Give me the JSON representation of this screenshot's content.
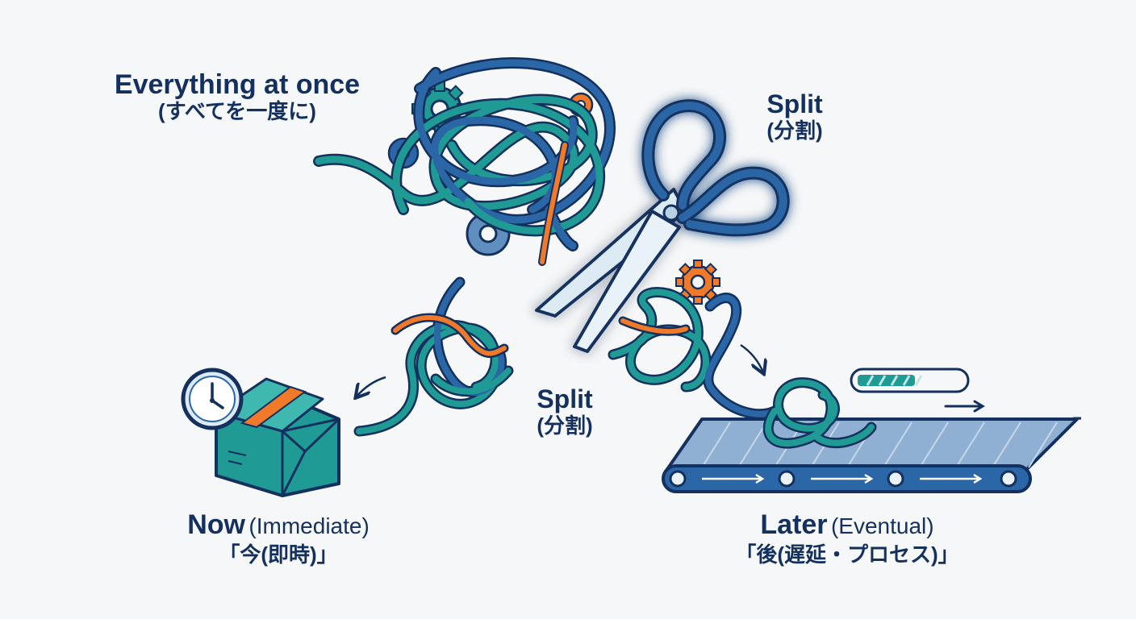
{
  "labels": {
    "everything": {
      "title": "Everything at once",
      "subtitle": "(すべてを一度に)"
    },
    "split_top": {
      "title": "Split",
      "subtitle": "(分割)"
    },
    "split_mid": {
      "title": "Split",
      "subtitle": "(分割)"
    },
    "now": {
      "title": "Now",
      "subtitle": "(Immediate)",
      "japanese": "「今(即時)」"
    },
    "later": {
      "title": "Later",
      "subtitle": "(Eventual)",
      "japanese": "「後(遅延・プロセス)」"
    }
  },
  "icons": [
    "tangle-icon",
    "gear-icon",
    "scissors-icon",
    "clock-icon",
    "package-icon",
    "conveyor-belt-icon",
    "progress-bar-icon",
    "arrow-icon"
  ],
  "progress_fraction": 0.55,
  "colors": {
    "navy": "#14305e",
    "blue": "#2b66a6",
    "teal": "#1f9a94",
    "orange": "#f07a2a",
    "glow": "#7fe0f0",
    "belt": "#8fb0d2"
  }
}
